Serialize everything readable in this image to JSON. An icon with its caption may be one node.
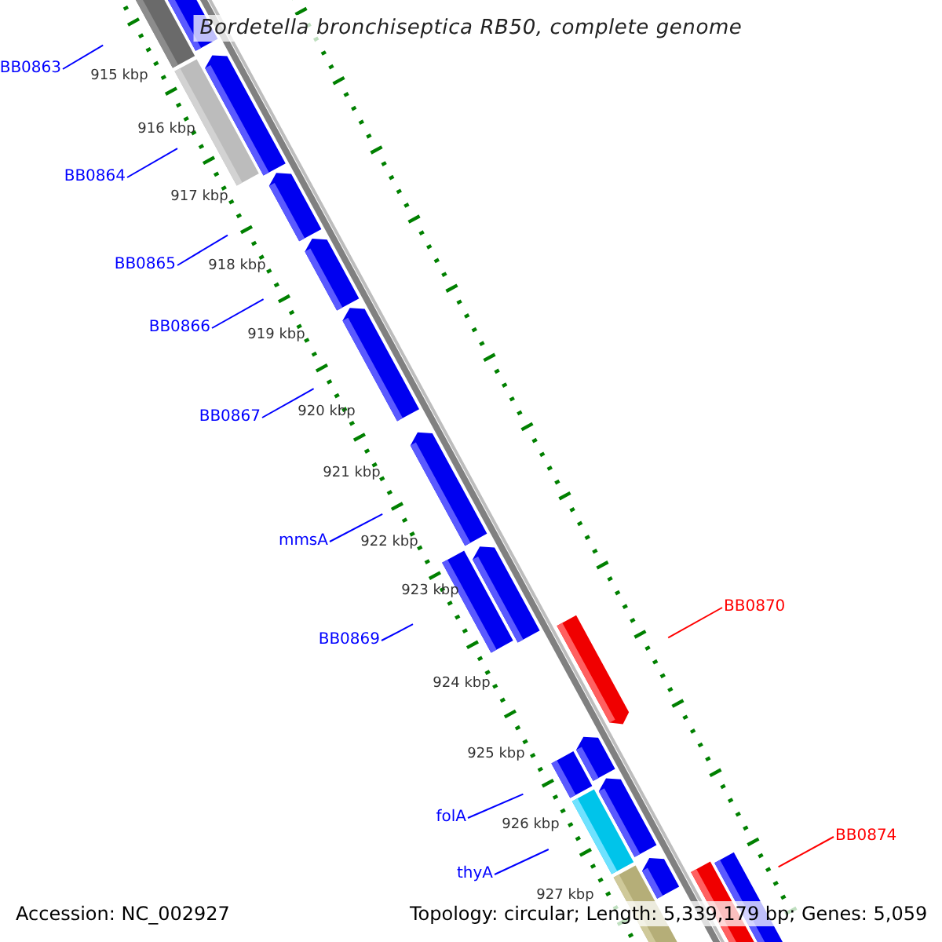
{
  "diagram": {
    "title": "Bordetella bronchiseptica RB50, complete genome",
    "nodes": [
      {
        "text": [
          "BB0863"
        ]
      },
      {
        "text": [
          "BB0864"
        ]
      },
      {
        "text": [
          "BB0865"
        ]
      },
      {
        "text": [
          "BB0866"
        ]
      },
      {
        "text": [
          "BB0867"
        ]
      },
      {
        "text": [
          "mmsA"
        ]
      },
      {
        "text": [
          "BB0870"
        ]
      },
      {
        "text": [
          "BB0869"
        ]
      },
      {
        "text": [
          "folA"
        ]
      },
      {
        "text": [
          "BB0874"
        ]
      },
      {
        "text": [
          "thyA"
        ]
      }
    ],
    "edges": [
      {
        "from": 0,
        "to": null,
        "arrow": "none"
      },
      {
        "from": 1,
        "to": null,
        "arrow": "none"
      },
      {
        "from": 2,
        "to": null,
        "arrow": "none"
      },
      {
        "from": 3,
        "to": null,
        "arrow": "none"
      },
      {
        "from": 4,
        "to": null,
        "arrow": "none"
      },
      {
        "from": 5,
        "to": null,
        "arrow": "none"
      },
      {
        "from": 6,
        "to": null,
        "arrow": "none",
        "color": "#ff0000"
      },
      {
        "from": 7,
        "to": null,
        "arrow": "none"
      },
      {
        "from": 8,
        "to": null,
        "arrow": "none"
      },
      {
        "from": 9,
        "to": null,
        "arrow": "none",
        "color": "#ff0000"
      },
      {
        "from": 10,
        "to": null,
        "arrow": "none"
      }
    ],
    "labels": [
      "915 kbp",
      "916 kbp",
      "917 kbp",
      "918 kbp",
      "919 kbp",
      "920 kbp",
      "921 kbp",
      "922 kbp",
      "923 kbp",
      "924 kbp",
      "925 kbp",
      "926 kbp",
      "927 kbp",
      "Accession: NC_002927",
      "Topology: circular; Length: 5,339,179 bp; Genes: 5,059"
    ]
  }
}
